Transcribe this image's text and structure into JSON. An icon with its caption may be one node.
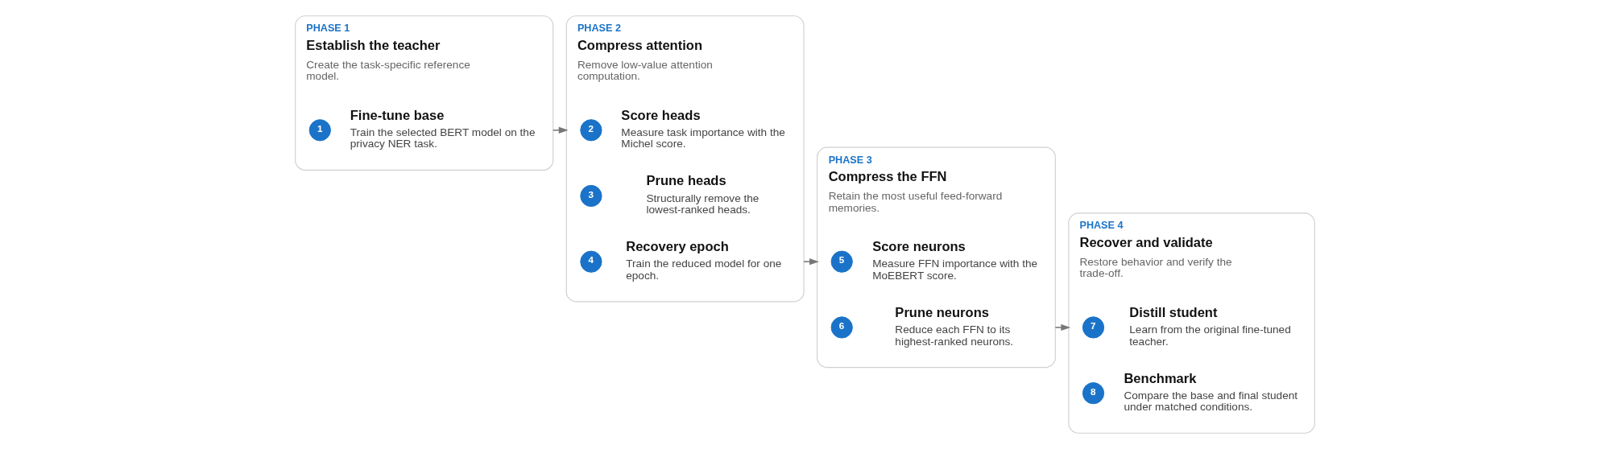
{
  "diagram": {
    "nodes": [
      {
        "text": [
          "PHASE 1",
          "Establish the teacher",
          "Create the task-specific reference model."
        ]
      },
      {
        "text": [
          "1"
        ],
        "in": 0
      },
      {
        "text": [
          "Fine-tune base",
          "Train the selected BERT model on the privacy NER task."
        ],
        "in": 0
      },
      {
        "text": [
          "PHASE 2",
          "Compress attention",
          "Remove low-value attention computation."
        ]
      },
      {
        "text": [
          "2"
        ],
        "in": 3
      },
      {
        "text": [
          "Score heads",
          "Measure task importance with the Michel score."
        ],
        "in": 3
      },
      {
        "text": [
          "3"
        ],
        "in": 3
      },
      {
        "text": [
          "Prune heads",
          "Structurally remove the lowest-ranked heads."
        ],
        "in": 3
      },
      {
        "text": [
          "4"
        ],
        "in": 3
      },
      {
        "text": [
          "Recovery epoch",
          "Train the reduced model for one epoch."
        ],
        "in": 3
      },
      {
        "text": [
          "PHASE 3",
          "Compress the FFN",
          "Retain the most useful feed-forward memories."
        ]
      },
      {
        "text": [
          "5"
        ],
        "in": 10
      },
      {
        "text": [
          "Score neurons",
          "Measure FFN importance with the MoEBERT score."
        ],
        "in": 10
      },
      {
        "text": [
          "6"
        ],
        "in": 10
      },
      {
        "text": [
          "Prune neurons",
          "Reduce each FFN to its highest-ranked neurons."
        ],
        "in": 10
      },
      {
        "text": [
          "PHASE 4",
          "Recover and validate",
          "Restore behavior and verify the trade-off."
        ]
      },
      {
        "text": [
          "7"
        ],
        "in": 15
      },
      {
        "text": [
          "Distill student",
          "Learn from the original fine-tuned teacher."
        ],
        "in": 15
      },
      {
        "text": [
          "8"
        ],
        "in": 15
      },
      {
        "text": [
          "Benchmark",
          "Compare the base and final student under matched conditions."
        ],
        "in": 15
      }
    ],
    "edges": [
      {
        "from": 0,
        "to": 3,
        "arrow": "to"
      },
      {
        "from": 3,
        "to": 10,
        "arrow": "to"
      },
      {
        "from": 10,
        "to": 15,
        "arrow": "to"
      }
    ]
  }
}
